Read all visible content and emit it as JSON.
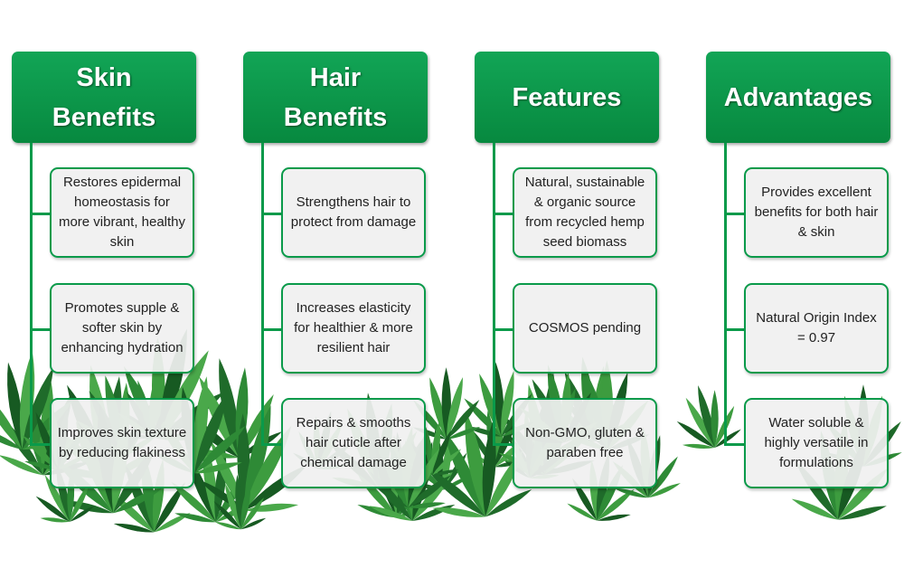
{
  "colors": {
    "accent": "#0a9a4a",
    "box_bg": "#efefef"
  },
  "columns": [
    {
      "title": "Skin\nBenefits",
      "items": [
        "Restores epidermal homeostasis for more vibrant, healthy skin",
        "Promotes supple & softer skin by enhancing hydration",
        "Improves skin texture by reducing flakiness"
      ]
    },
    {
      "title": "Hair\nBenefits",
      "items": [
        "Strengthens hair to protect from damage",
        "Increases elasticity for healthier & more resilient hair",
        "Repairs & smooths hair cuticle after chemical damage"
      ]
    },
    {
      "title": "Features",
      "items": [
        "Natural, sustainable & organic source from recycled hemp seed biomass",
        "COSMOS pending",
        "Non-GMO, gluten & paraben free"
      ]
    },
    {
      "title": "Advantages",
      "items": [
        "Provides excellent benefits for both hair & skin",
        "Natural Origin Index  = 0.97",
        "Water soluble & highly versatile in formulations"
      ]
    }
  ]
}
